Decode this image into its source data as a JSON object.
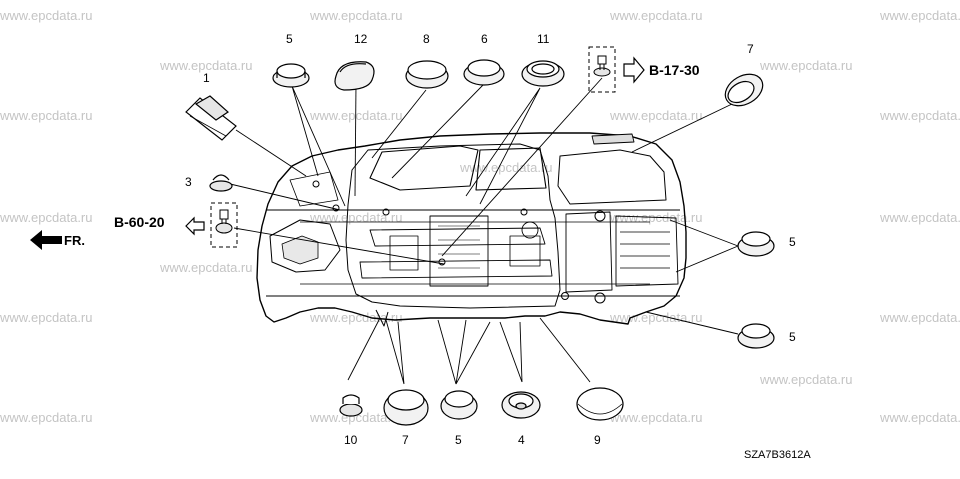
{
  "watermark_text": "www.epcdata.ru",
  "watermarks": [
    {
      "id": "wm-1"
    },
    {
      "id": "wm-2"
    },
    {
      "id": "wm-3"
    },
    {
      "id": "wm-4"
    },
    {
      "id": "wm-5"
    },
    {
      "id": "wm-6"
    },
    {
      "id": "wm-7"
    },
    {
      "id": "wm-8"
    },
    {
      "id": "wm-9"
    },
    {
      "id": "wm-10"
    },
    {
      "id": "wm-11"
    },
    {
      "id": "wm-12"
    },
    {
      "id": "wm-13"
    },
    {
      "id": "wm-14"
    },
    {
      "id": "wm-15"
    },
    {
      "id": "wm-16"
    },
    {
      "id": "wm-17"
    },
    {
      "id": "wm-18"
    },
    {
      "id": "wm-19"
    },
    {
      "id": "wm-20"
    },
    {
      "id": "wm-21"
    },
    {
      "id": "wm-22"
    },
    {
      "id": "wm-23"
    },
    {
      "id": "wm-24"
    },
    {
      "id": "wm-25"
    }
  ],
  "part_labels": {
    "p1": "1",
    "p3": "3",
    "p5_top": "5",
    "p12": "12",
    "p8": "8",
    "p6": "6",
    "p11": "11",
    "p7_top": "7",
    "p5_right_a": "5",
    "p5_right_b": "5",
    "p10": "10",
    "p7_bottom": "7",
    "p5_bottom": "5",
    "p4": "4",
    "p9": "9"
  },
  "references": {
    "ref_right": "B-17-30",
    "ref_left": "B-60-20"
  },
  "direction_label": "FR.",
  "diagram_code": "SZA7B3612A"
}
